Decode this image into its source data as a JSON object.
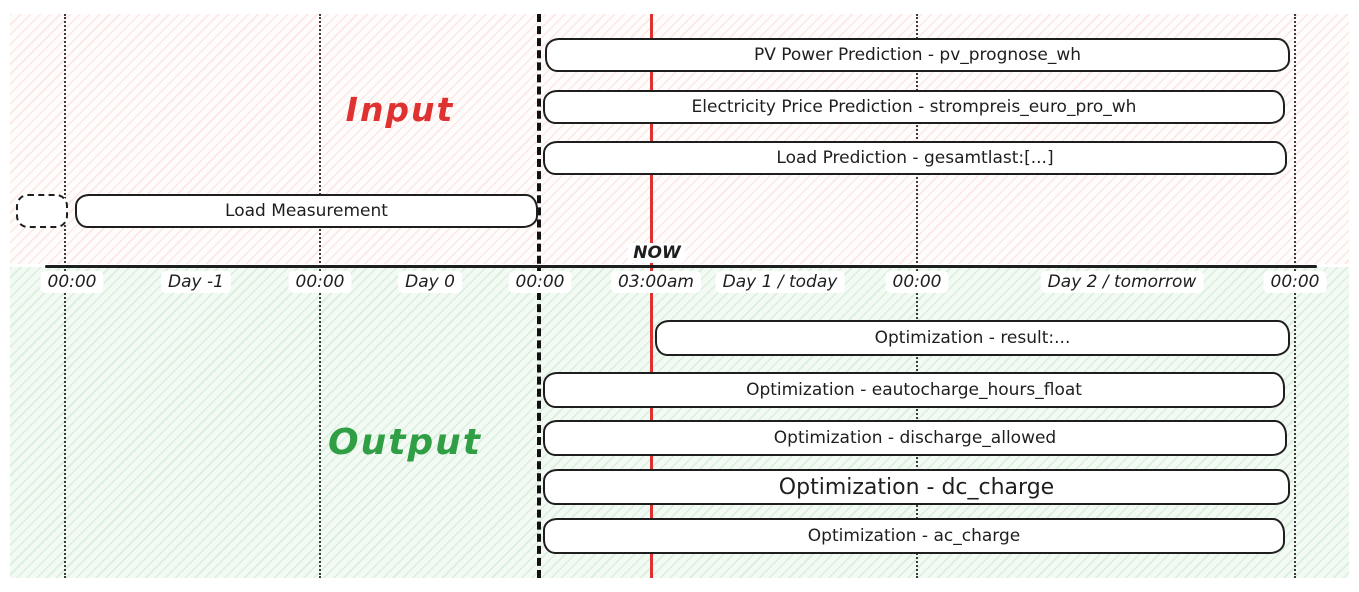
{
  "regions": {
    "input_label": "Input",
    "output_label": "Output"
  },
  "colors": {
    "input_accent": "#e03131",
    "output_accent": "#2f9e44",
    "now_line": "#e03131",
    "ink": "#1e1e1e"
  },
  "timeline": {
    "now_label": "NOW",
    "ticks": [
      {
        "label": "00:00"
      },
      {
        "label": "Day -1"
      },
      {
        "label": "00:00"
      },
      {
        "label": "Day 0"
      },
      {
        "label": "00:00"
      },
      {
        "label": "03:00am"
      },
      {
        "label": "Day 1 / today"
      },
      {
        "label": "00:00"
      },
      {
        "label": "Day 2 / tomorrow"
      },
      {
        "label": "00:00"
      }
    ]
  },
  "input_bars": [
    {
      "label": "PV Power Prediction - pv_prognose_wh"
    },
    {
      "label": "Electricity Price Prediction - strompreis_euro_pro_wh"
    },
    {
      "label": "Load Prediction - gesamtlast:[...]"
    },
    {
      "label": "Load Measurement"
    }
  ],
  "output_bars": [
    {
      "label": "Optimization - result:..."
    },
    {
      "label": "Optimization - eautocharge_hours_float"
    },
    {
      "label": "Optimization - discharge_allowed"
    },
    {
      "label": "Optimization - dc_charge"
    },
    {
      "label": "Optimization - ac_charge"
    }
  ]
}
